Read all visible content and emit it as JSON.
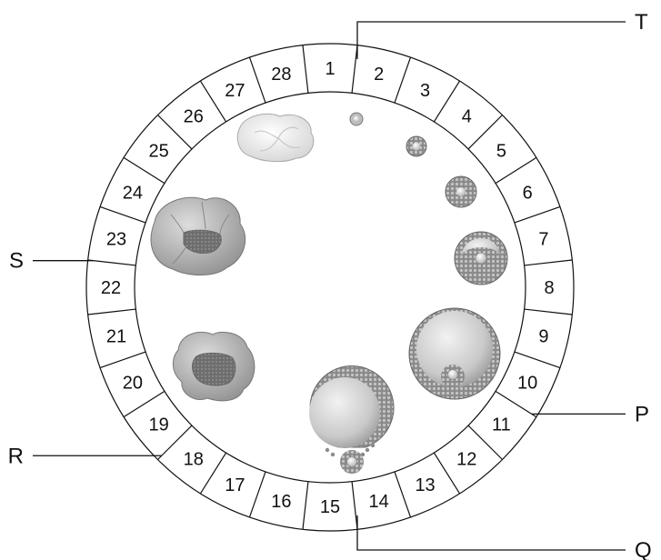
{
  "diagram": {
    "days": [
      "1",
      "2",
      "3",
      "4",
      "5",
      "6",
      "7",
      "8",
      "9",
      "10",
      "11",
      "12",
      "13",
      "14",
      "15",
      "16",
      "17",
      "18",
      "19",
      "20",
      "21",
      "22",
      "23",
      "24",
      "25",
      "26",
      "27",
      "28"
    ],
    "pointers": [
      {
        "letter": "T",
        "day": 1
      },
      {
        "letter": "P",
        "day": 10
      },
      {
        "letter": "Q",
        "day": 14
      },
      {
        "letter": "R",
        "day": 19
      },
      {
        "letter": "S",
        "day": 23
      }
    ],
    "colors": {
      "ring_stroke": "#111111",
      "follicle_granulosa": "#9a9a9a",
      "antrum_fill": "#cfcfcf",
      "corpus_luteum": "#a8a8a8",
      "corpus_albicans": "#e6e6e6"
    },
    "stages": [
      {
        "name": "primordial-follicle-icon",
        "day": 1
      },
      {
        "name": "primary-follicle-icon",
        "day": 3
      },
      {
        "name": "secondary-follicle-icon",
        "day": 6
      },
      {
        "name": "early-antral-follicle-icon",
        "day": 8
      },
      {
        "name": "mature-graafian-follicle-icon",
        "day": 10
      },
      {
        "name": "ovulating-follicle-icon",
        "day": 14
      },
      {
        "name": "early-corpus-luteum-icon",
        "day": 19
      },
      {
        "name": "corpus-luteum-icon",
        "day": 23
      },
      {
        "name": "corpus-albicans-icon",
        "day": 27
      }
    ]
  }
}
